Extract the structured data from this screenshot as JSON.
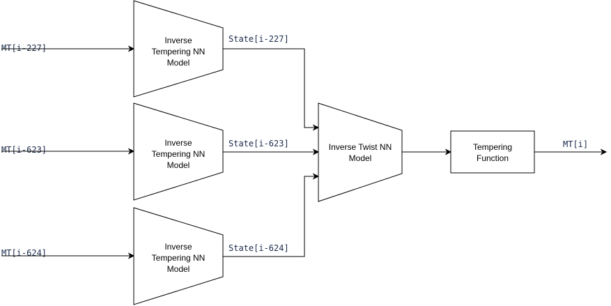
{
  "inputs": {
    "mt_227": "MT[i-227]",
    "mt_623": "MT[i-623]",
    "mt_624": "MT[i-624]"
  },
  "tempering_models": [
    {
      "lines": [
        "Inverse",
        "Tempering NN",
        "Model"
      ]
    },
    {
      "lines": [
        "Inverse",
        "Tempering NN",
        "Model"
      ]
    },
    {
      "lines": [
        "Inverse",
        "Tempering NN",
        "Model"
      ]
    }
  ],
  "states": {
    "state_227": "State[i-227]",
    "state_623": "State[i-623]",
    "state_624": "State[i-624]"
  },
  "twist_model": {
    "lines": [
      "Inverse Twist NN",
      "Model"
    ]
  },
  "tempering_function": {
    "lines": [
      "Tempering",
      "Function"
    ]
  },
  "output": "MT[i]"
}
